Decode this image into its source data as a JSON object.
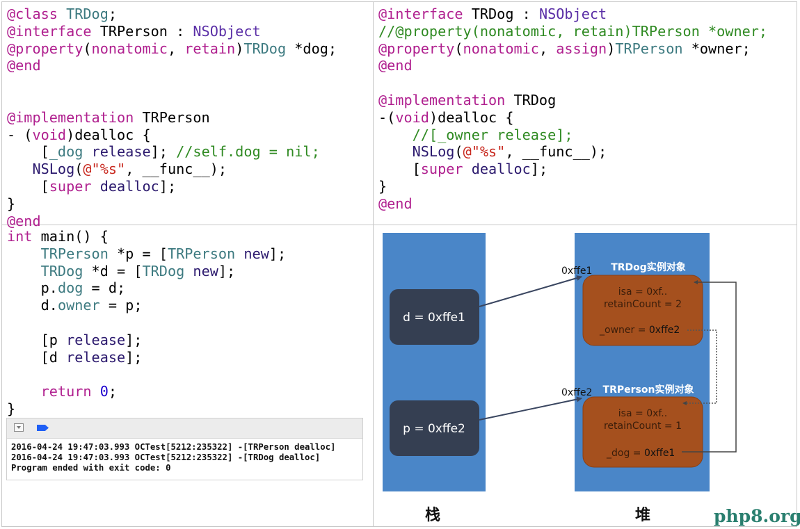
{
  "panels": {
    "top_left": {
      "title": "TRPerson class definition",
      "lines": [
        [
          [
            "kw",
            "@class"
          ],
          [
            "plain",
            " "
          ],
          [
            "cls",
            "TRDog"
          ],
          [
            "plain",
            ";"
          ]
        ],
        [
          [
            "kw",
            "@interface"
          ],
          [
            "plain",
            " TRPerson : "
          ],
          [
            "sys",
            "NSObject"
          ]
        ],
        [
          [
            "kw",
            "@property"
          ],
          [
            "plain",
            "("
          ],
          [
            "kw",
            "nonatomic"
          ],
          [
            "plain",
            ", "
          ],
          [
            "kw",
            "retain"
          ],
          [
            "plain",
            ")"
          ],
          [
            "cls",
            "TRDog"
          ],
          [
            "plain",
            " *dog;"
          ]
        ],
        [
          [
            "kw",
            "@end"
          ]
        ],
        [
          [
            "plain",
            ""
          ]
        ],
        [
          [
            "plain",
            ""
          ]
        ],
        [
          [
            "kw",
            "@implementation"
          ],
          [
            "plain",
            " TRPerson"
          ]
        ],
        [
          [
            "plain",
            "- ("
          ],
          [
            "kw",
            "void"
          ],
          [
            "plain",
            ")dealloc {"
          ]
        ],
        [
          [
            "plain",
            "    ["
          ],
          [
            "prop",
            "_dog"
          ],
          [
            "plain",
            " "
          ],
          [
            "meth",
            "release"
          ],
          [
            "plain",
            "]; "
          ],
          [
            "cmt",
            "//self.dog = nil;"
          ]
        ],
        [
          [
            "plain",
            "   "
          ],
          [
            "meth",
            "NSLog"
          ],
          [
            "plain",
            "("
          ],
          [
            "str",
            "@\"%s\""
          ],
          [
            "plain",
            ", __func__);"
          ]
        ],
        [
          [
            "plain",
            "    ["
          ],
          [
            "kw",
            "super"
          ],
          [
            "plain",
            " "
          ],
          [
            "meth",
            "dealloc"
          ],
          [
            "plain",
            "];"
          ]
        ],
        [
          [
            "plain",
            "}"
          ]
        ],
        [
          [
            "kw",
            "@end"
          ]
        ]
      ]
    },
    "top_right": {
      "title": "TRDog class definition",
      "lines": [
        [
          [
            "kw",
            "@interface"
          ],
          [
            "plain",
            " TRDog : "
          ],
          [
            "sys",
            "NSObject"
          ]
        ],
        [
          [
            "cmt",
            "//@property(nonatomic, retain)TRPerson *owner;"
          ]
        ],
        [
          [
            "kw",
            "@property"
          ],
          [
            "plain",
            "("
          ],
          [
            "kw",
            "nonatomic"
          ],
          [
            "plain",
            ", "
          ],
          [
            "kw",
            "assign"
          ],
          [
            "plain",
            ")"
          ],
          [
            "cls",
            "TRPerson"
          ],
          [
            "plain",
            " *owner;"
          ]
        ],
        [
          [
            "kw",
            "@end"
          ]
        ],
        [
          [
            "plain",
            ""
          ]
        ],
        [
          [
            "kw",
            "@implementation"
          ],
          [
            "plain",
            " TRDog"
          ]
        ],
        [
          [
            "plain",
            "-("
          ],
          [
            "kw",
            "void"
          ],
          [
            "plain",
            ")dealloc {"
          ]
        ],
        [
          [
            "plain",
            "    "
          ],
          [
            "cmt",
            "//[_owner release];"
          ]
        ],
        [
          [
            "plain",
            "    "
          ],
          [
            "meth",
            "NSLog"
          ],
          [
            "plain",
            "("
          ],
          [
            "str",
            "@\"%s\""
          ],
          [
            "plain",
            ", __func__);"
          ]
        ],
        [
          [
            "plain",
            "    ["
          ],
          [
            "kw",
            "super"
          ],
          [
            "plain",
            " "
          ],
          [
            "meth",
            "dealloc"
          ],
          [
            "plain",
            "];"
          ]
        ],
        [
          [
            "plain",
            "}"
          ]
        ],
        [
          [
            "kw",
            "@end"
          ]
        ]
      ]
    },
    "bottom_left": {
      "title": "main function",
      "lines": [
        [
          [
            "kw",
            "int"
          ],
          [
            "plain",
            " main() {"
          ]
        ],
        [
          [
            "plain",
            "    "
          ],
          [
            "cls",
            "TRPerson"
          ],
          [
            "plain",
            " *p = ["
          ],
          [
            "cls",
            "TRPerson"
          ],
          [
            "plain",
            " "
          ],
          [
            "meth",
            "new"
          ],
          [
            "plain",
            "];"
          ]
        ],
        [
          [
            "plain",
            "    "
          ],
          [
            "cls",
            "TRDog"
          ],
          [
            "plain",
            " *d = ["
          ],
          [
            "cls",
            "TRDog"
          ],
          [
            "plain",
            " "
          ],
          [
            "meth",
            "new"
          ],
          [
            "plain",
            "];"
          ]
        ],
        [
          [
            "plain",
            "    p."
          ],
          [
            "prop",
            "dog"
          ],
          [
            "plain",
            " = d;"
          ]
        ],
        [
          [
            "plain",
            "    d."
          ],
          [
            "prop",
            "owner"
          ],
          [
            "plain",
            " = p;"
          ]
        ],
        [
          [
            "plain",
            ""
          ]
        ],
        [
          [
            "plain",
            "    [p "
          ],
          [
            "meth",
            "release"
          ],
          [
            "plain",
            "];"
          ]
        ],
        [
          [
            "plain",
            "    [d "
          ],
          [
            "meth",
            "release"
          ],
          [
            "plain",
            "];"
          ]
        ],
        [
          [
            "plain",
            ""
          ]
        ],
        [
          [
            "plain",
            "    "
          ],
          [
            "kw",
            "return"
          ],
          [
            "plain",
            " "
          ],
          [
            "num",
            "0"
          ],
          [
            "plain",
            ";"
          ]
        ],
        [
          [
            "plain",
            "}"
          ]
        ]
      ]
    }
  },
  "console": {
    "toggle_icon": "hide-debug-area-icon",
    "breakpoint_icon": "breakpoint-icon",
    "output": [
      "2016-04-24 19:47:03.993 OCTest[5212:235322] -[TRPerson dealloc]",
      "2016-04-24 19:47:03.993 OCTest[5212:235322] -[TRDog dealloc]",
      "Program ended with exit code: 0"
    ]
  },
  "diagram": {
    "stack_label": "栈",
    "heap_label": "堆",
    "stack_vars": [
      {
        "id": "d",
        "label": "d = 0xffe1",
        "points_to": "dog"
      },
      {
        "id": "p",
        "label": "p = 0xffe2",
        "points_to": "person"
      }
    ],
    "heap_objects": [
      {
        "id": "dog",
        "title": "TRDog实例对象",
        "address": "0xffe1",
        "isa": "isa = 0xf..",
        "retain_count_label": "retainCount = 2",
        "retain_count": 2,
        "field_name": "_owner = ",
        "field_value": "0xffe2",
        "field_link": "weak"
      },
      {
        "id": "person",
        "title": "TRPerson实例对象",
        "address": "0xffe2",
        "isa": "isa = 0xf..",
        "retain_count_label": "retainCount = 1",
        "retain_count": 1,
        "field_name": "_dog = ",
        "field_value": "0xffe1",
        "field_link": "strong"
      }
    ],
    "colors": {
      "column": "#4a86c8",
      "stack_box": "#353f52",
      "heap_box": "#a5501e",
      "arrow": "#3a4660"
    }
  },
  "watermark": "php8.org"
}
